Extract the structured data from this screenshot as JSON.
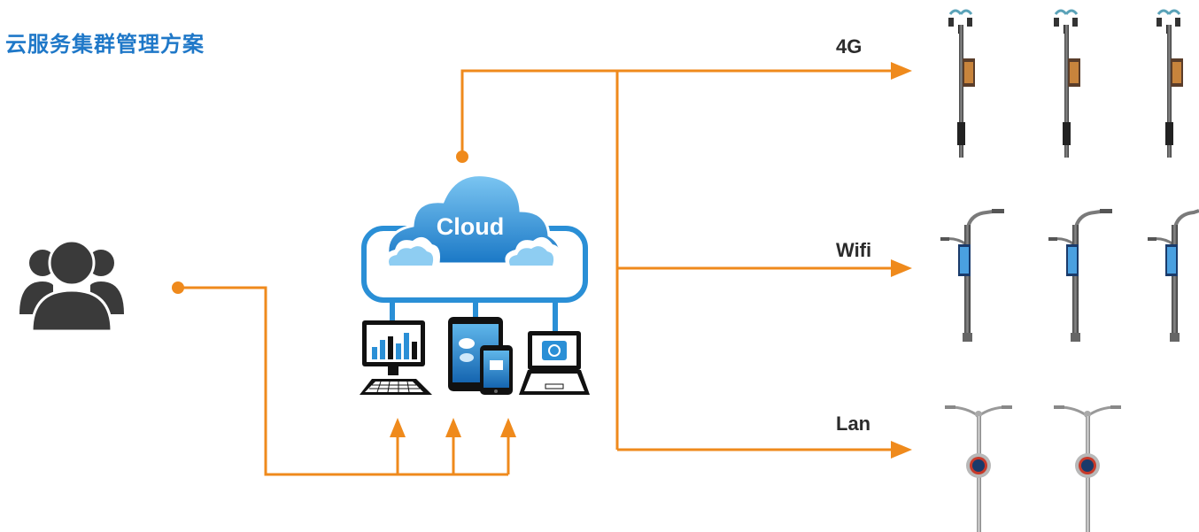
{
  "title": "云服务集群管理方案",
  "cloud_label": "Cloud",
  "networks": [
    {
      "label": "4G"
    },
    {
      "label": "Wifi"
    },
    {
      "label": "Lan"
    }
  ],
  "colors": {
    "connector": "#ef8a1c",
    "title": "#1f78c8",
    "cloud": "#2a8fd6",
    "users": "#3a3a3a"
  },
  "icons": [
    "users-icon",
    "cloud-icon",
    "desktop-monitor-icon",
    "tablet-phone-icon",
    "laptop-icon",
    "street-light-pole-icon"
  ]
}
